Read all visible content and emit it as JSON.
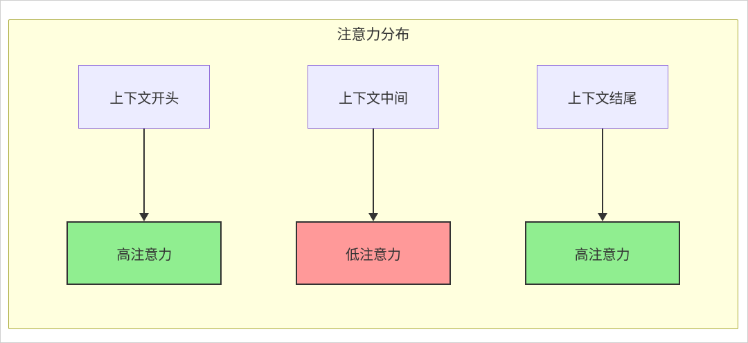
{
  "diagram": {
    "title": "注意力分布",
    "columns": [
      {
        "top": "上下文开头",
        "bottom": "高注意力",
        "type": "high"
      },
      {
        "top": "上下文中间",
        "bottom": "低注意力",
        "type": "low"
      },
      {
        "top": "上下文结尾",
        "bottom": "高注意力",
        "type": "high"
      }
    ],
    "colors": {
      "container_bg": "#ffffde",
      "container_border": "#abab3a",
      "top_box_bg": "#ececff",
      "top_box_border": "#9370db",
      "high_attention_bg": "#90ee90",
      "low_attention_bg": "#ff9999",
      "bottom_box_border": "#333333",
      "arrow": "#333333",
      "text": "#333333"
    }
  }
}
